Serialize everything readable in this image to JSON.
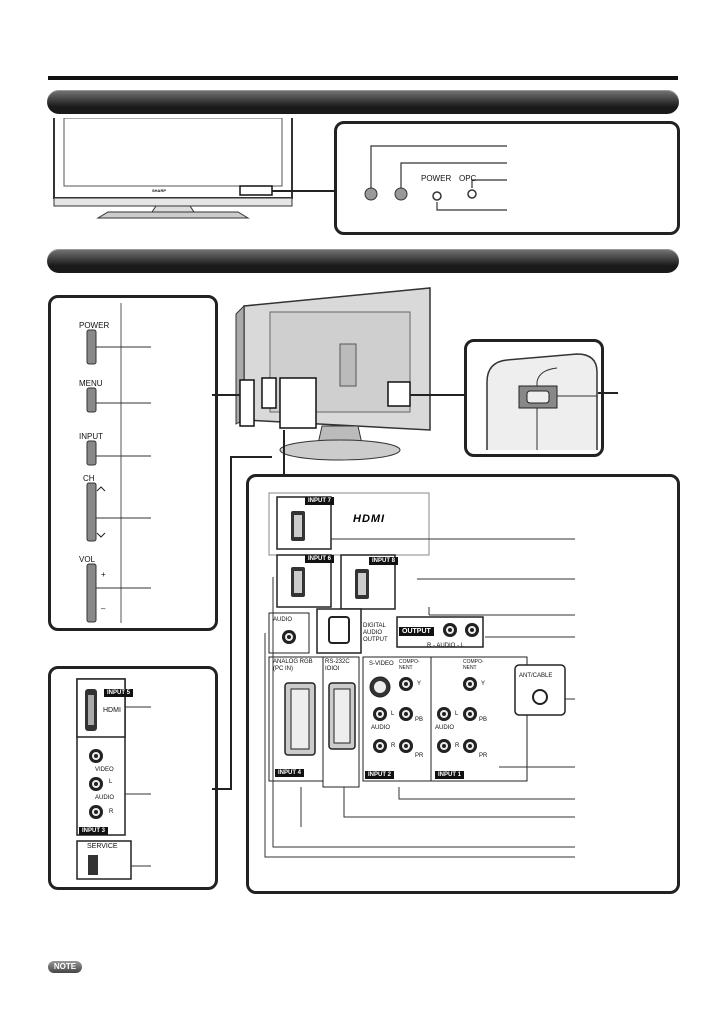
{
  "front_panel": {
    "power_label": "POWER",
    "opc_label": "OPC",
    "brand_mark": "SHARP"
  },
  "side_buttons": {
    "power": "POWER",
    "menu": "MENU",
    "input": "INPUT",
    "ch": "CH",
    "vol": "VOL",
    "vol_plus": "+",
    "vol_minus": "–"
  },
  "side_terminals": {
    "input5": "INPUT 5",
    "hdmi": "HDMI",
    "video": "VIDEO",
    "audio": "AUDIO",
    "l": "L",
    "r": "R",
    "input3": "INPUT 3",
    "service": "SERVICE"
  },
  "rear_terminals": {
    "input7": "INPUT 7",
    "input6": "INPUT 6",
    "input8": "INPUT 8",
    "hdmi_logo": "HDMI",
    "audio": "AUDIO",
    "digital_audio_output": "DIGITAL AUDIO OUTPUT",
    "output": "OUTPUT",
    "r_audio_l": "R - AUDIO - L",
    "analog_rgb": "ANALOG RGB (PC IN)",
    "rs232c": "RS-232C IOIOI",
    "s_video": "S-VIDEO",
    "component": "COMPO-NENT",
    "y": "Y",
    "pb": "PB",
    "pr": "PR",
    "l": "L",
    "r": "R",
    "audio2": "AUDIO",
    "input4": "INPUT 4",
    "input2": "INPUT 2",
    "input1": "INPUT 1",
    "ant_cable": "ANT/CABLE"
  },
  "note_badge": "NOTE"
}
